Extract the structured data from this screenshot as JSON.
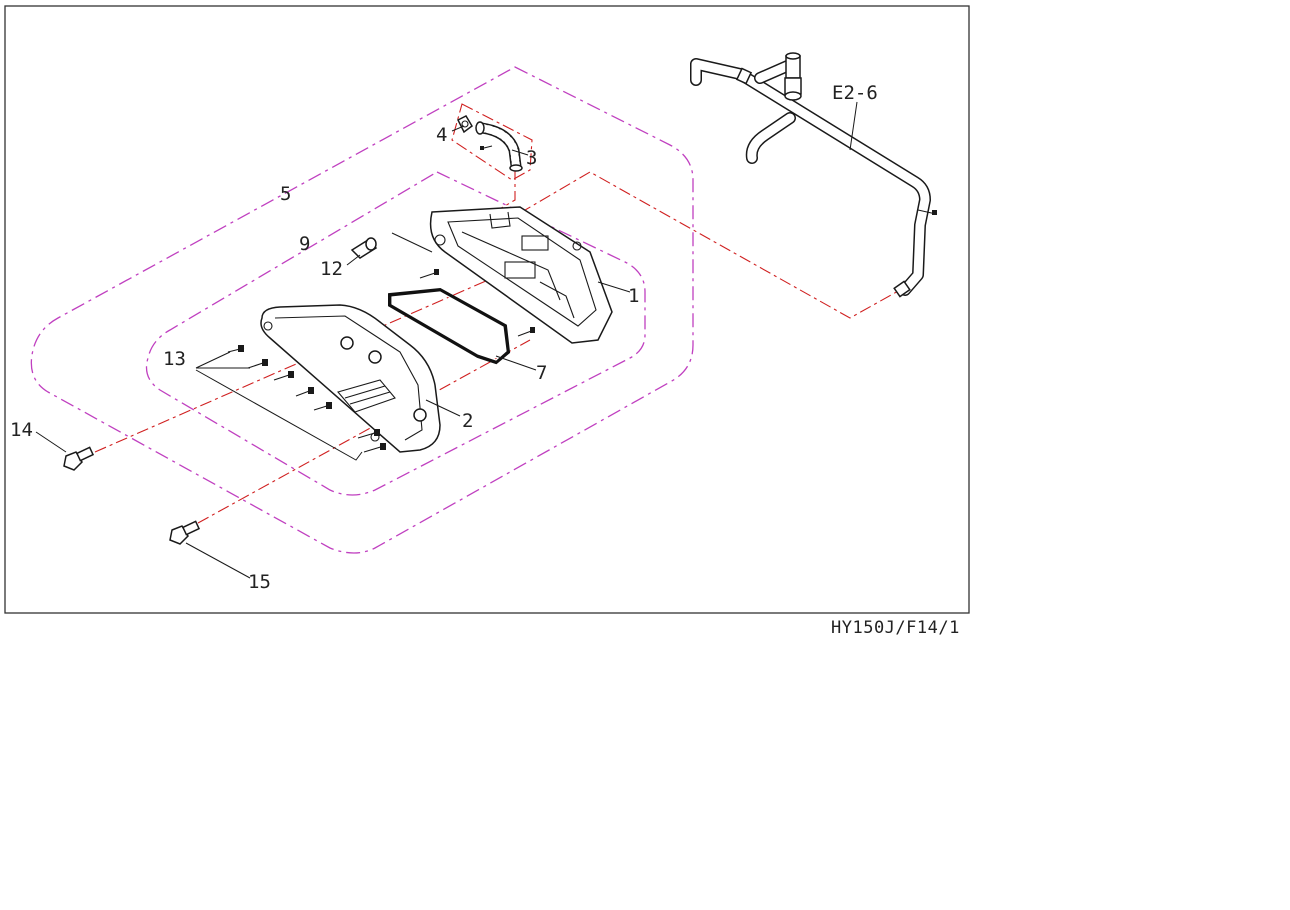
{
  "drawing": {
    "document_code": "HY150J/F14/1",
    "reference": "E2-6",
    "callouts": [
      "1",
      "2",
      "3",
      "4",
      "5",
      "7",
      "9",
      "12",
      "13",
      "14",
      "15"
    ]
  },
  "colors": {
    "group_boundary": "#c040c0",
    "assembly_axis": "#d02020",
    "line_work": "#1a1a1a",
    "frame": "#333333"
  }
}
